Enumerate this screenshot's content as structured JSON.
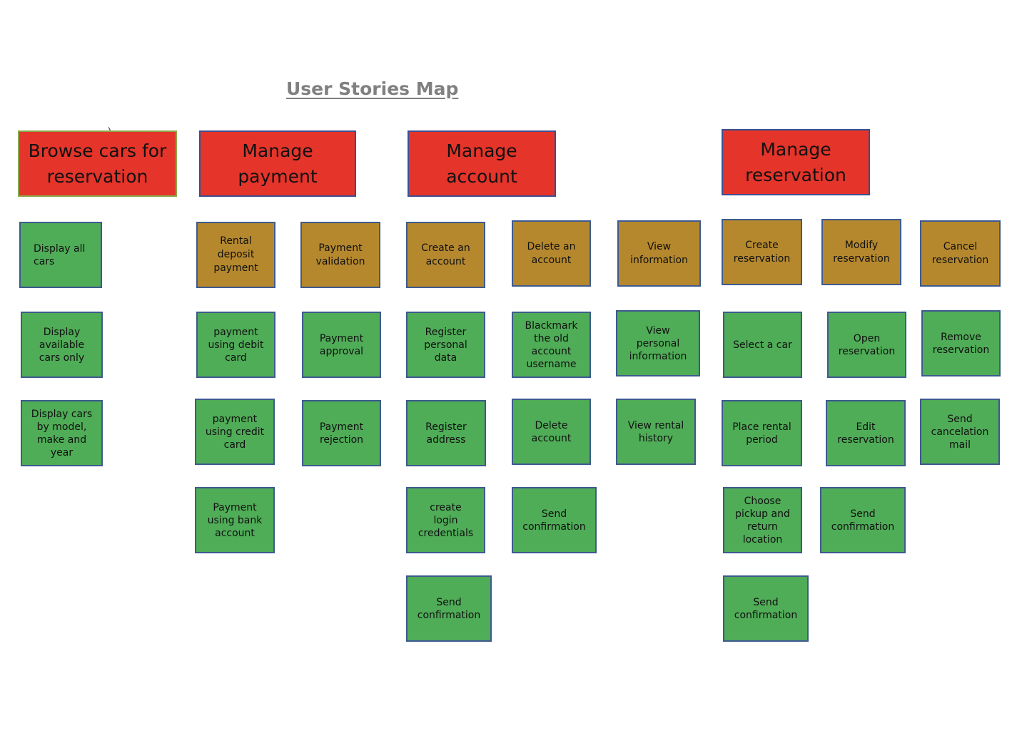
{
  "title": "User Stories Map",
  "epics": [
    "Browse cars for\nreservation",
    "Manage\npayment",
    "Manage\naccount",
    "Manage\nreservation"
  ],
  "features": [
    "Rental\ndeposit\npayment",
    "Payment\nvalidation",
    "Create an\naccount",
    "Delete an\naccount",
    "View\ninformation",
    "Create\nreservation",
    "Modify\nreservation",
    "Cancel\nreservation"
  ],
  "stories": {
    "browse": [
      "Display all\ncars",
      "Display\navailable\ncars only",
      "Display cars\nby model,\nmake and\nyear"
    ],
    "rental_deposit": [
      "payment\nusing debit\ncard",
      "payment\nusing credit\ncard",
      "Payment\nusing bank\naccount"
    ],
    "payment_validation": [
      "Payment\napproval",
      "Payment\nrejection"
    ],
    "create_account": [
      "Register\npersonal\ndata",
      "Register\naddress",
      "create\nlogin\ncredentials",
      "Send\nconfirmation"
    ],
    "delete_account": [
      "Blackmark\nthe old\naccount\nusername",
      "Delete\naccount",
      "Send\nconfirmation"
    ],
    "view_information": [
      "View\npersonal\ninformation",
      "View rental\nhistory"
    ],
    "create_reservation": [
      "Select a car",
      "Place rental\nperiod",
      "Choose\npickup and\nreturn\nlocation",
      "Send\nconfirmation"
    ],
    "modify_reservation": [
      "Open\nreservation",
      "Edit\nreservation",
      "Send\nconfirmation"
    ],
    "cancel_reservation": [
      "Remove\nreservation",
      "Send\ncancelation\nmail"
    ]
  },
  "colors": {
    "epic": "#e5342a",
    "feature": "#b5882e",
    "story": "#4fac57",
    "title": "#808080"
  }
}
